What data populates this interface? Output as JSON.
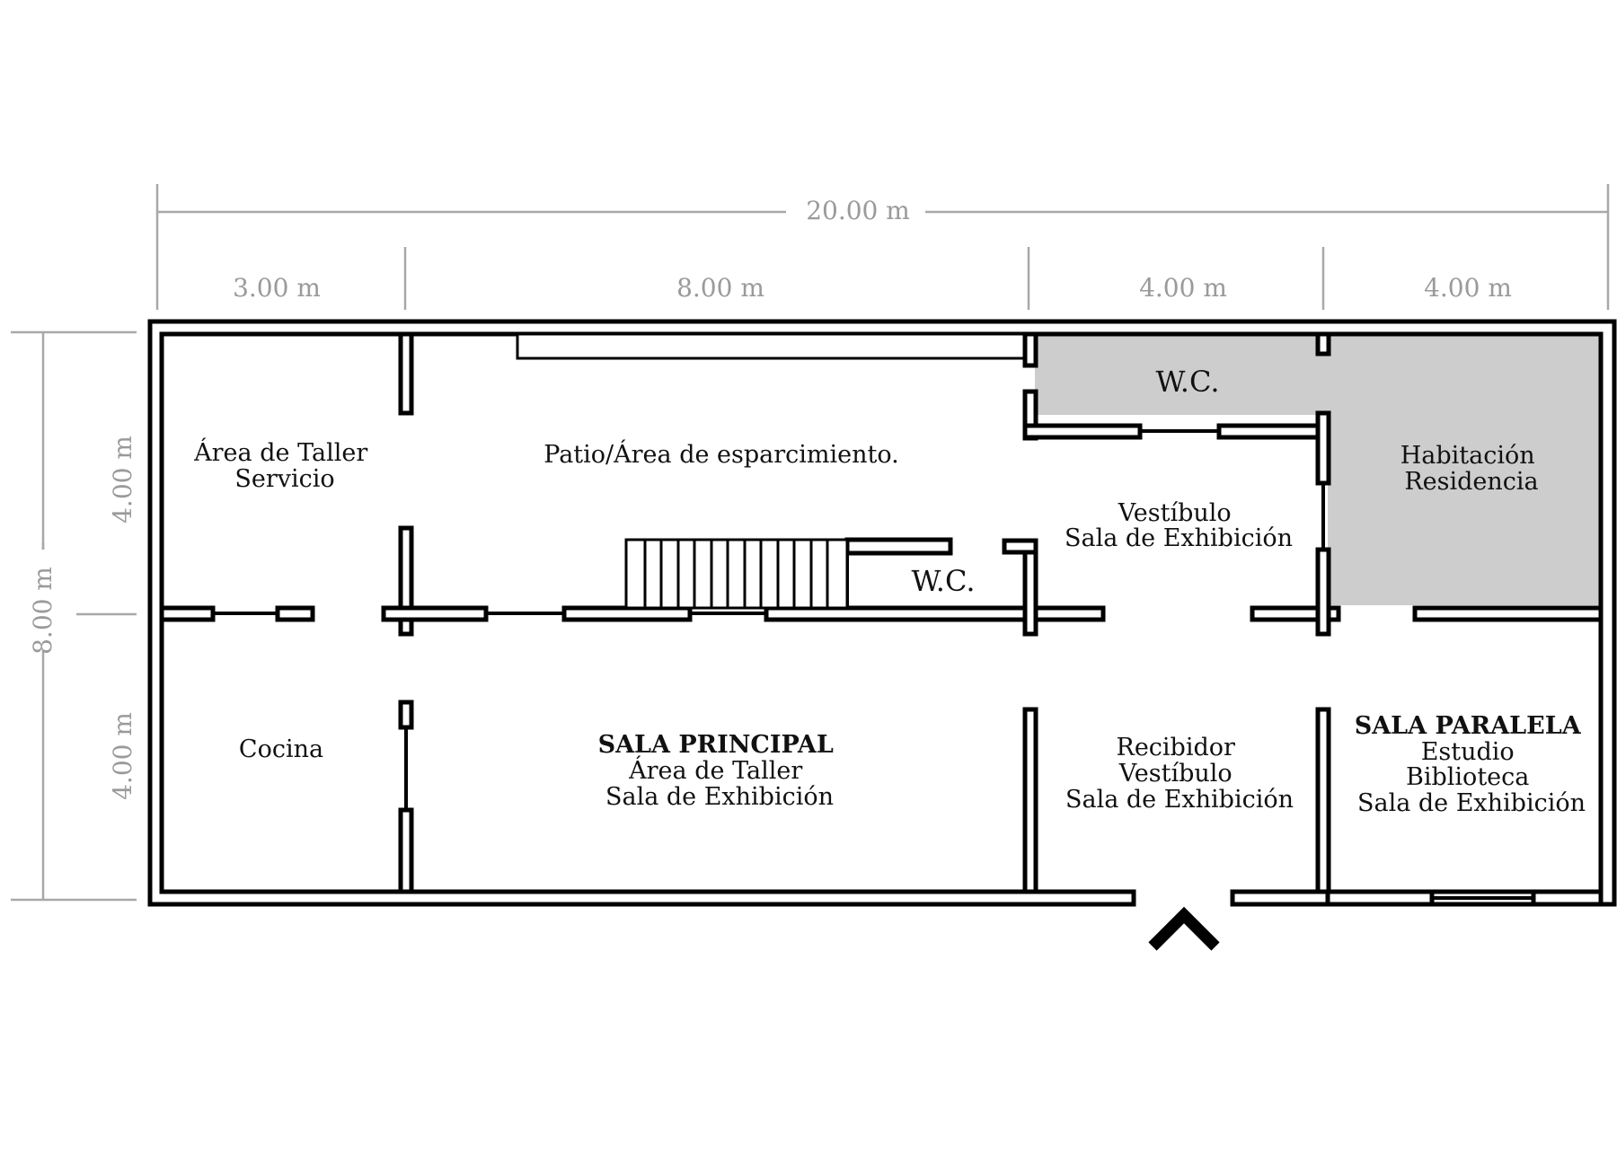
{
  "dimensions": {
    "total_width": "20.00 m",
    "segment_1": "3.00 m",
    "segment_2": "8.00 m",
    "segment_3": "4.00 m",
    "segment_4": "4.00 m",
    "total_height": "8.00 m",
    "height_top": "4.00 m",
    "height_bottom": "4.00 m"
  },
  "rooms": {
    "taller_servicio": [
      "Área de Taller",
      "Servicio"
    ],
    "patio": "Patio/Área de esparcimiento.",
    "wc_top": "W.C.",
    "habitacion": [
      "Habitación",
      "Residencia"
    ],
    "vestibulo_top": [
      "Vestíbulo",
      "Sala de Exhibición"
    ],
    "wc_stairs": "W.C.",
    "cocina": "Cocina",
    "sala_principal": [
      "SALA PRINCIPAL",
      "Área de Taller",
      "Sala de Exhibición"
    ],
    "recibidor": [
      "Recibidor",
      "Vestíbulo",
      "Sala de Exhibición"
    ],
    "sala_paralela": [
      "SALA PARALELA",
      "Estudio",
      "Biblioteca",
      "Sala de Exhibición"
    ]
  },
  "colors": {
    "shaded_area": "#cdcdcd",
    "dimension_gray": "#9a9a9a",
    "wall": "#000000"
  },
  "icons": {
    "entrance": "chevron-up-icon"
  }
}
